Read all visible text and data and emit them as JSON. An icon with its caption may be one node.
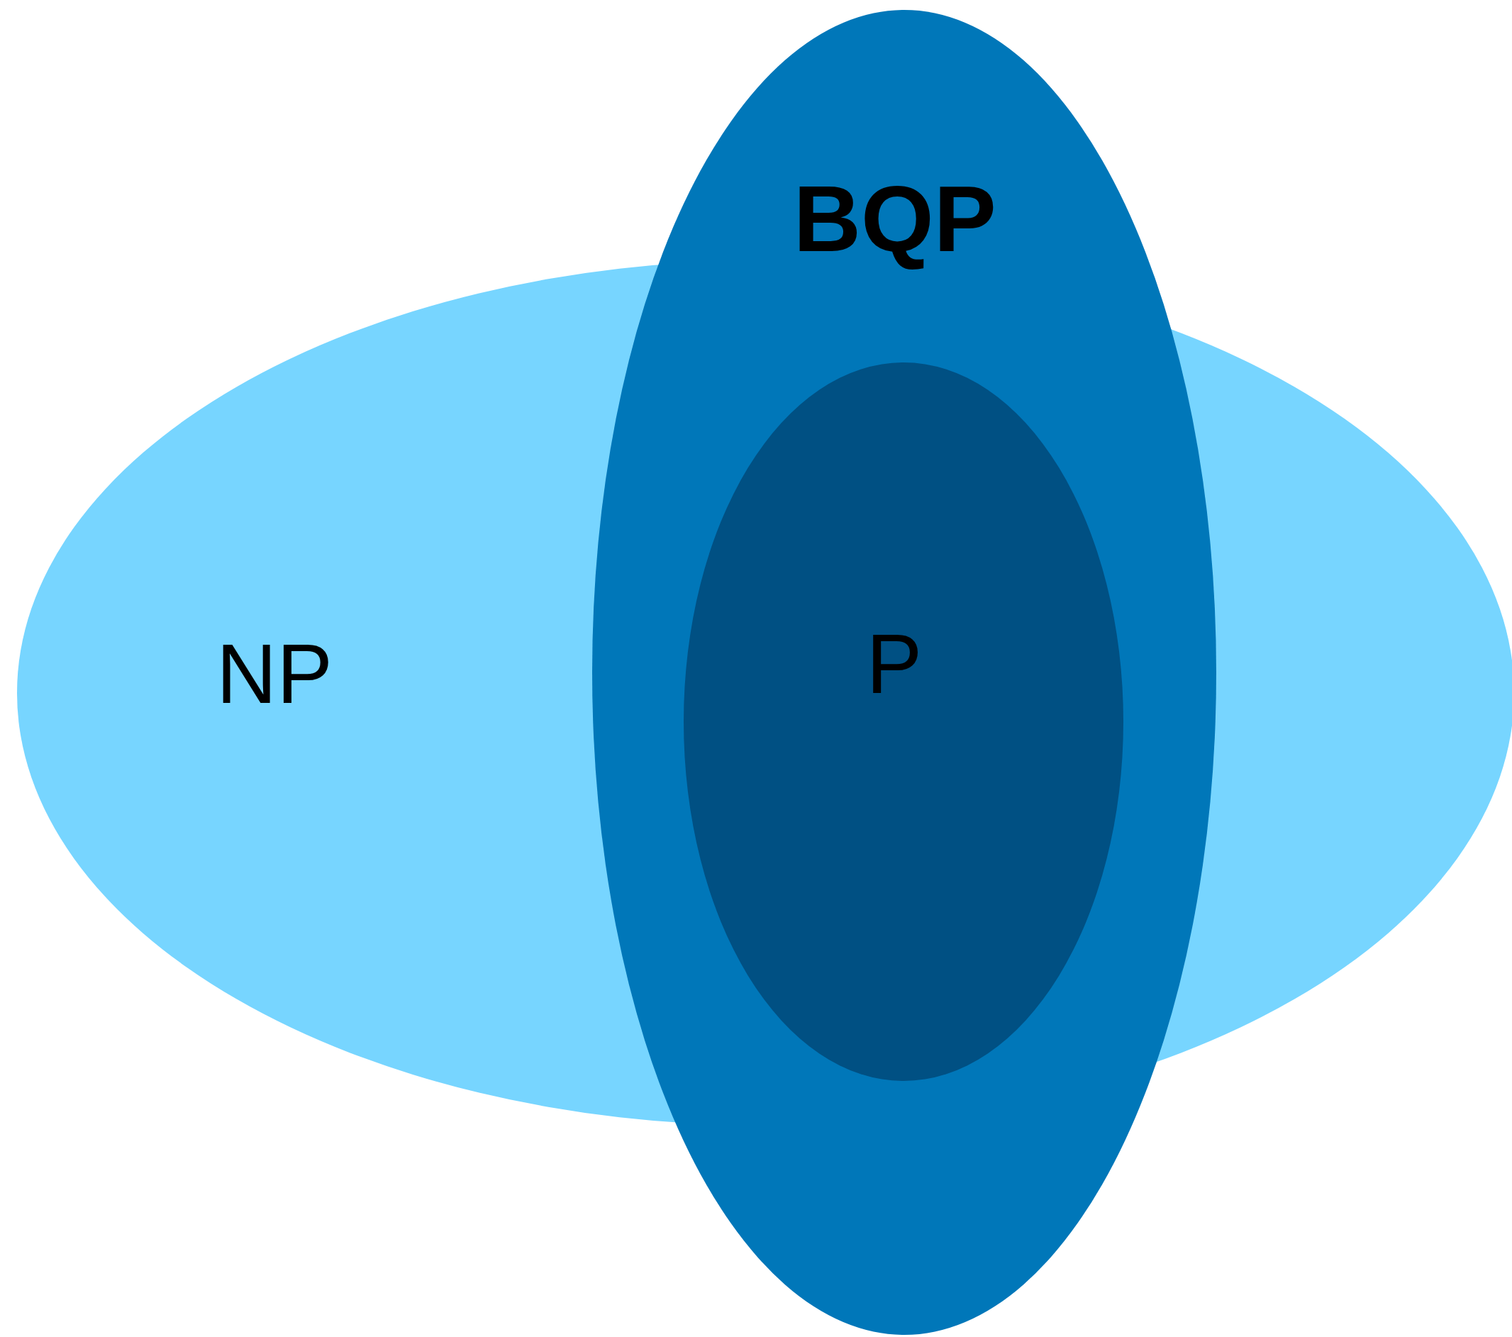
{
  "diagram": {
    "nodes": [
      {
        "text": [
          "NP"
        ]
      },
      {
        "text": [
          "BQP"
        ]
      },
      {
        "text": [
          "P"
        ]
      }
    ]
  }
}
